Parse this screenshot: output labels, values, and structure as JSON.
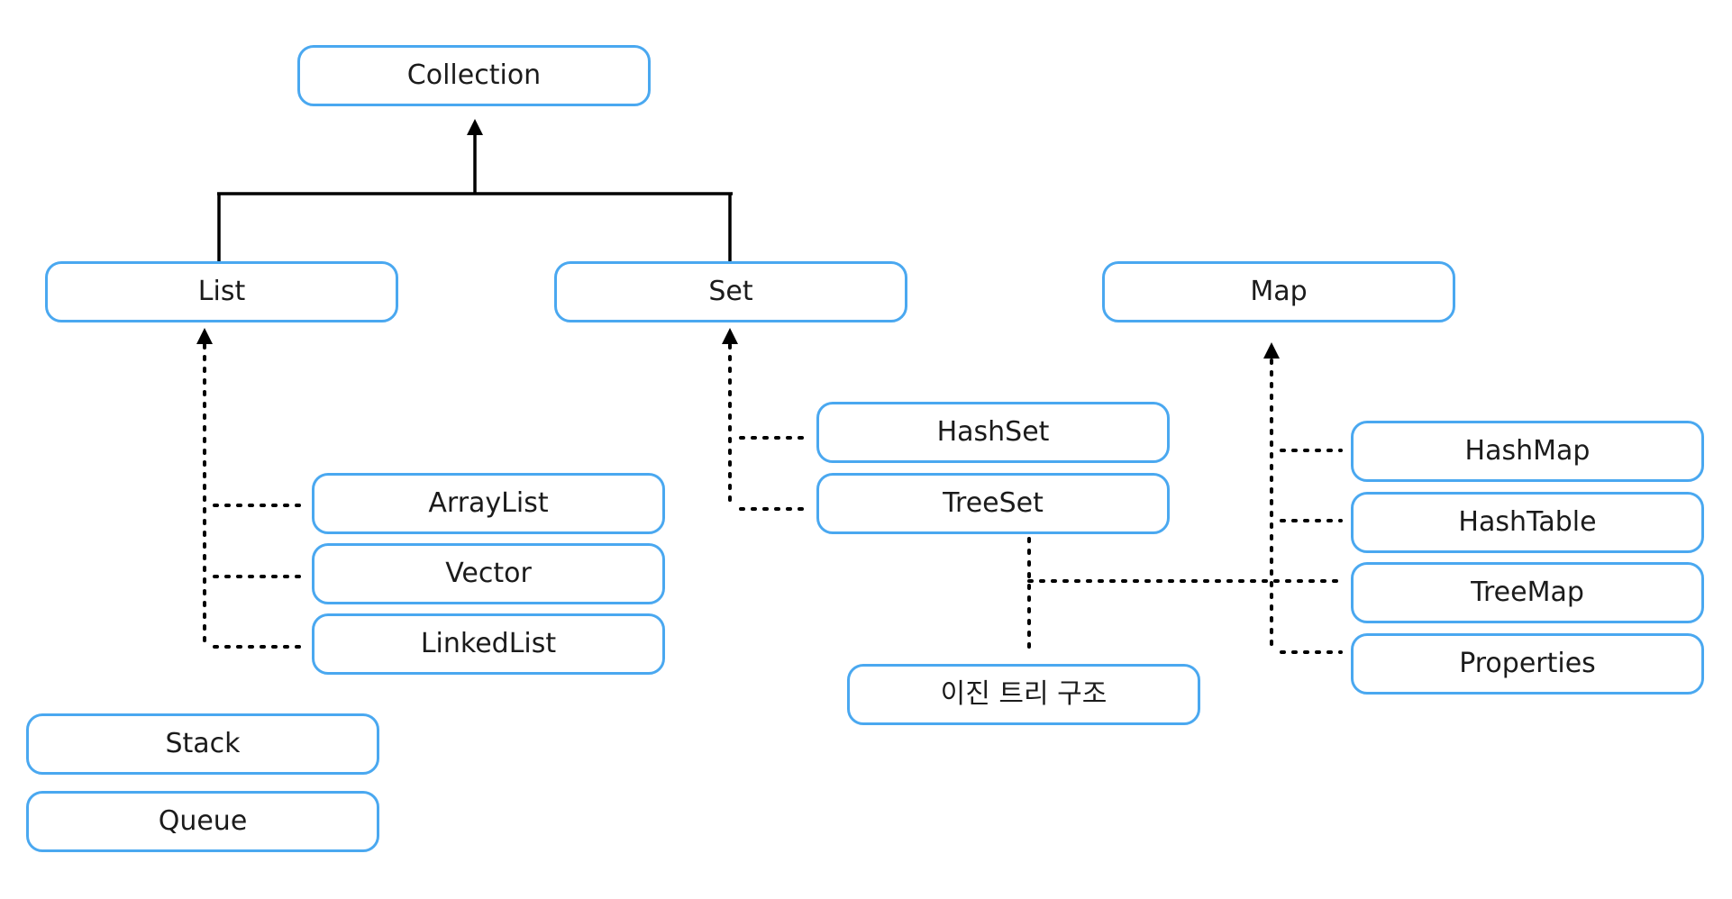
{
  "nodes": {
    "collection": "Collection",
    "list": "List",
    "set": "Set",
    "map": "Map",
    "arraylist": "ArrayList",
    "vector": "Vector",
    "linkedlist": "LinkedList",
    "hashset": "HashSet",
    "treeset": "TreeSet",
    "binary_tree": "이진 트리 구조",
    "hashmap": "HashMap",
    "hashtable": "HashTable",
    "treemap": "TreeMap",
    "properties": "Properties",
    "stack": "Stack",
    "queue": "Queue"
  },
  "colors": {
    "node_border": "#4aa8f0",
    "line": "#000000",
    "text": "#1b1b1b"
  }
}
